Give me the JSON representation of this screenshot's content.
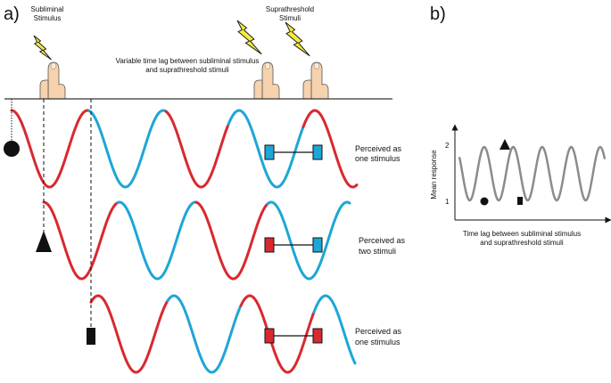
{
  "panels": {
    "a_label": "a)",
    "b_label": "b)"
  },
  "labels": {
    "subliminal": [
      "Subliminal",
      "Stimulus"
    ],
    "suprathreshold": [
      "Suprathreshold",
      "Stimuli"
    ],
    "time_lag": [
      "Variable time lag between subliminal stimulus",
      "and suprathreshold stimuli"
    ]
  },
  "rows": [
    {
      "marker": "circle",
      "pair_color": "blue-blue",
      "result": [
        "Perceived as",
        "one stimulus"
      ]
    },
    {
      "marker": "triangle",
      "pair_color": "red-blue",
      "result": [
        "Perceived as",
        "two stimuli"
      ]
    },
    {
      "marker": "square",
      "pair_color": "red-red",
      "result": [
        "Perceived as",
        "one stimulus"
      ]
    }
  ],
  "graph": {
    "ylabel": "Mean response",
    "ytick_high": "2",
    "ytick_low": "1",
    "xlabel": [
      "Time lag between subliminal stimulus",
      "and suprathreshold stimuli"
    ]
  },
  "colors": {
    "red": "#d8292f",
    "blue": "#1ea6d6",
    "grey": "#8c8c8c",
    "lightning": "#f6ea3c",
    "skin": "#f6d2ae"
  },
  "icons": [
    "lightning-bolt-icon",
    "pointing-finger-icon",
    "circle-marker-icon",
    "triangle-marker-icon",
    "square-marker-icon"
  ]
}
